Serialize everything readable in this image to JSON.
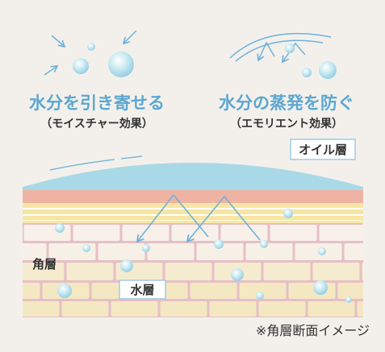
{
  "moisture": {
    "title": "水分を引き寄せる",
    "subtitle": "（モイスチャー効果）"
  },
  "emollient": {
    "title": "水分の蒸発を防ぐ",
    "subtitle": "（エモリエント効果）"
  },
  "labels": {
    "oil_layer": "オイル層",
    "stratum_corneum": "角層",
    "water_layer": "水層"
  },
  "caption": "※角層断面イメージ",
  "colors": {
    "accent_blue": "#5ba7d0",
    "arrow_blue": "#6fb2d8",
    "oil": "#a9d9e6",
    "salmon": "#efb3a3",
    "yellow_band": "#f7e6a3",
    "cell_grid": "#e6bfc6",
    "text": "#333333"
  }
}
